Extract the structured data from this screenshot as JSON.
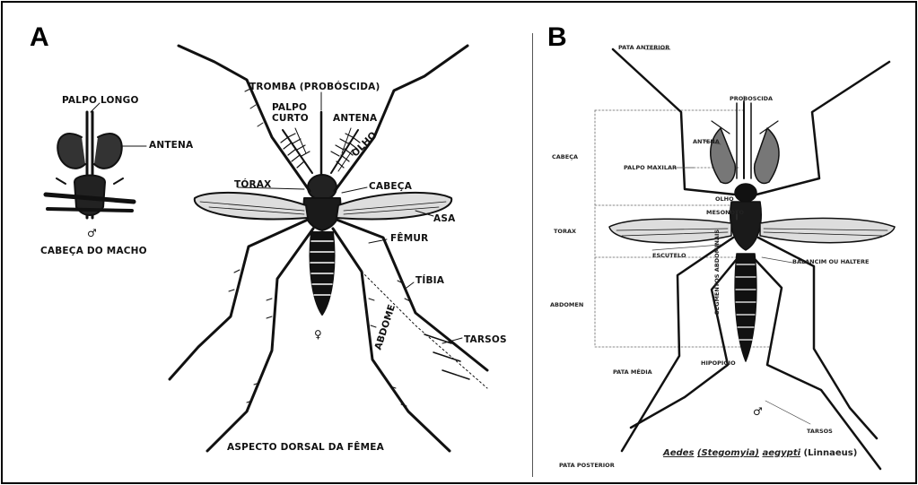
{
  "panels": {
    "a": {
      "letter": "A",
      "labels": {
        "palpo_longo": "PALPO LONGO",
        "antena_male": "ANTENA",
        "male_symbol": "♂",
        "cabeca_do_macho": "CABEÇA DO MACHO",
        "tromba": "TROMBA (PROBÓSCIDA)",
        "palpo_curto": "PALPO\nCURTO",
        "antena": "ANTENA",
        "olho": "OLHO",
        "torax": "TÓRAX",
        "cabeca": "CABEÇA",
        "asa": "ASA",
        "femur": "FÊMUR",
        "tibia": "TÍBIA",
        "tarsos": "TARSOS",
        "abdome": "ABDOME",
        "female_symbol": "♀",
        "caption": "ASPECTO DORSAL DA FÊMEA"
      }
    },
    "b": {
      "letter": "B",
      "labels": {
        "pata_anterior": "PATA ANTERIOR",
        "proboscida": "PROBOSCIDA",
        "antena": "ANTENA",
        "cabeca": "CABEÇA",
        "palpo_maxilar": "PALPO MAXILAR",
        "olho": "OLHO",
        "mesonoto": "MESONOTO",
        "torax": "TORAX",
        "escutelo": "ESCUTELO",
        "balancim": "BALANCIM OU HALTERE",
        "abdomen": "ABDOMEN",
        "segmentos": "SEGMENTOS ABDOMINAIS",
        "pata_media": "PATA MÉDIA",
        "hipopigio": "HIPOPIGIO",
        "male_symbol": "♂",
        "tarsos": "TARSOS",
        "species_genus": "Aedes",
        "species_subgenus": "(Stegomyia)",
        "species_epithet": "aegypti",
        "species_author": "(Linnaeus)",
        "pata_posterior": "PATA POSTERIOR"
      }
    }
  },
  "colors": {
    "ink": "#111111",
    "paper": "#ffffff",
    "frame": "#000000"
  }
}
